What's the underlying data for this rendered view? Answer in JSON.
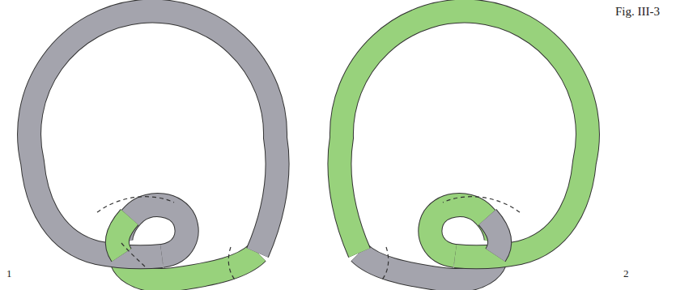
{
  "diagram": {
    "labels": [
      "Fig. III-3",
      "1",
      "2"
    ]
  }
}
